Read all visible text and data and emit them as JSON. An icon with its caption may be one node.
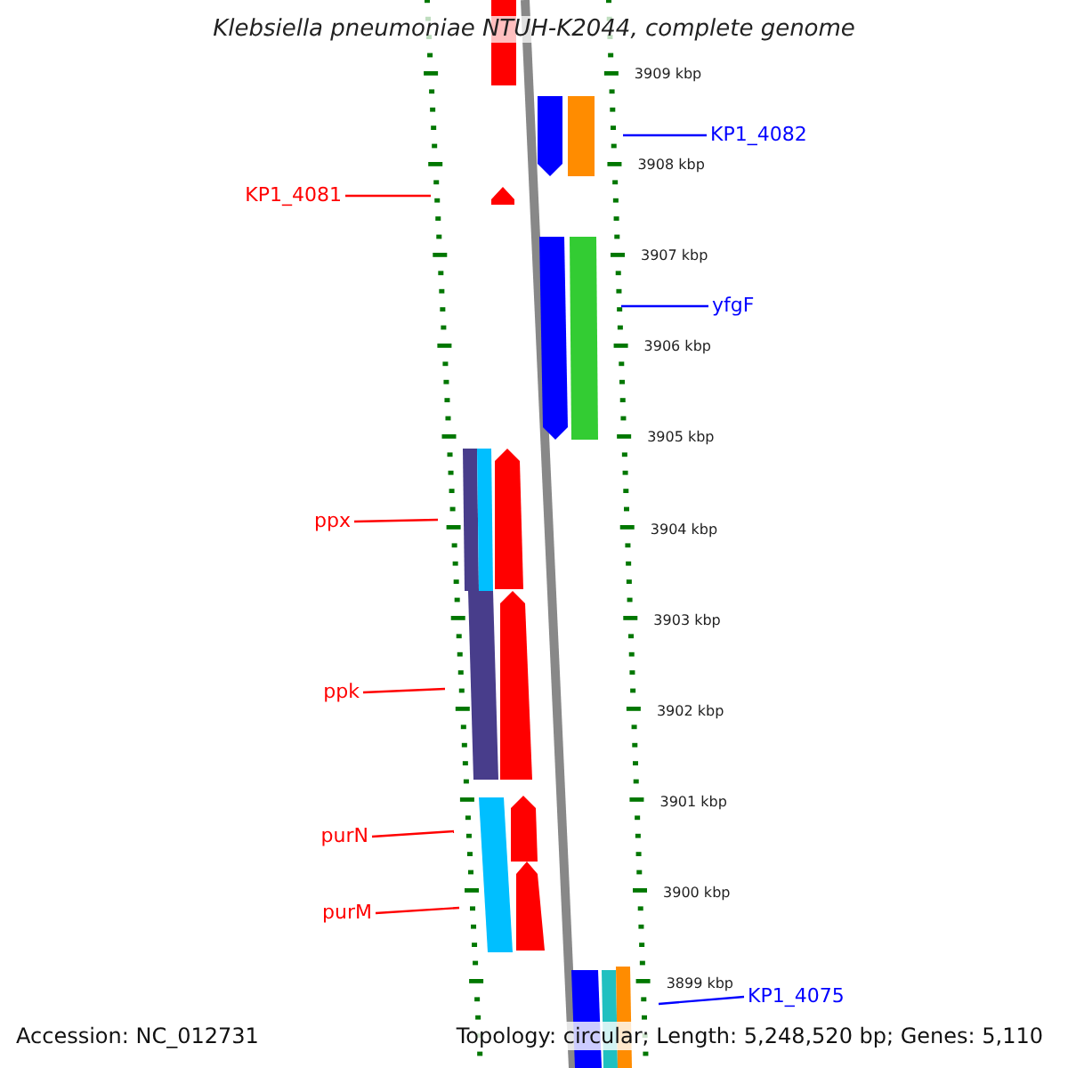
{
  "diagram": {
    "title": "Klebsiella pneumoniae NTUH-K2044, complete genome",
    "nodes": [
      {
        "text": [
          "KP1_4082"
        ]
      },
      {
        "text": [
          "KP1_4081"
        ]
      },
      {
        "text": [
          "yfgF"
        ]
      },
      {
        "text": [
          "ppx"
        ]
      },
      {
        "text": [
          "ppk"
        ]
      },
      {
        "text": [
          "purN"
        ]
      },
      {
        "text": [
          "purM"
        ]
      },
      {
        "text": [
          "KP1_4075"
        ]
      }
    ],
    "edges": [
      {
        "from": 0,
        "to": null,
        "arrow": "none",
        "color": "#0000ff"
      },
      {
        "from": 1,
        "to": null,
        "arrow": "none"
      },
      {
        "from": 2,
        "to": null,
        "arrow": "none",
        "color": "#0000ff"
      },
      {
        "from": 3,
        "to": null,
        "arrow": "none"
      },
      {
        "from": 4,
        "to": null,
        "arrow": "none"
      },
      {
        "from": 5,
        "to": null,
        "arrow": "none"
      },
      {
        "from": 6,
        "to": null,
        "arrow": "none"
      },
      {
        "from": 7,
        "to": null,
        "arrow": "none",
        "color": "#0000ff"
      }
    ],
    "labels": [
      "3909 kbp",
      "3908 kbp",
      "3907 kbp",
      "3906 kbp",
      "3905 kbp",
      "3904 kbp",
      "3903 kbp",
      "3902 kbp",
      "3901 kbp",
      "3900 kbp",
      "3899 kbp",
      "Accession: NC_012731",
      "Topology: circular; Length: 5,248,520 bp; Genes: 5,110"
    ]
  }
}
